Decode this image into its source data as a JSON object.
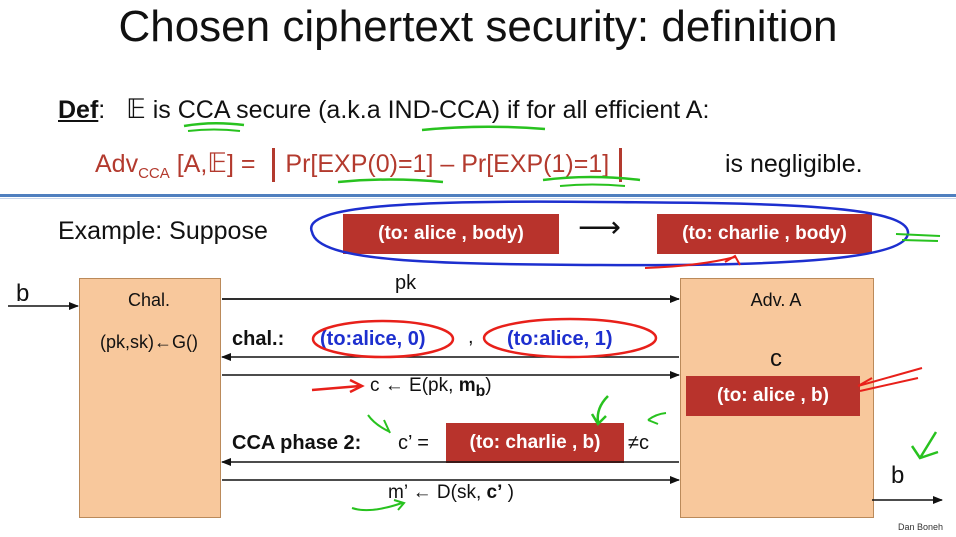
{
  "title": "Chosen ciphertext security: definition",
  "definition": {
    "def_label": "Def",
    "colon": ":",
    "scheme_symbol": "𝔼",
    "text_1": " is ",
    "cca": "CCA",
    "text_2": " secure (a.k.a ",
    "ind_cca": "IND-CCA",
    "text_3": ")  if for all efficient  A:"
  },
  "advantage": {
    "adv": "Adv",
    "sub": "CCA",
    "args_1": " [A,",
    "args_scheme": "𝔼",
    "args_2": "]  = ",
    "expr": "Pr[EXP(0)=1] – Pr[EXP(1)=1]",
    "suffix": "is negligible."
  },
  "example": {
    "label": "Example:   Suppose",
    "box_from": "(to: alice  ,  body)",
    "arrow": "⟶",
    "box_to": "(to: charlie  ,  body)"
  },
  "experiment": {
    "b_in": "b",
    "b_out": "b",
    "challenger": "Chal.",
    "keygen": "(pk,sk)←G()",
    "adversary": "Adv. A",
    "adv_c": "c",
    "adv_box": "(to: alice  , b)",
    "pk": "pk",
    "chal_label": "chal.:",
    "m0": "(to:alice,  0)",
    "comma": ",",
    "m1": "(to:alice,  1)",
    "ciphertext_prefix": "c ← E(pk, ",
    "ciphertext_mb": "m",
    "ciphertext_sub": "b",
    "ciphertext_suffix": ")",
    "phase2_label": "CCA phase 2:",
    "cprime": "c’ =",
    "dec_box": "(to: charlie  , b)",
    "neq": "≠c",
    "mprime_prefix": "m’ ← D(sk, ",
    "mprime_c": "c’",
    "mprime_suffix": " )"
  },
  "author": "Dan Boneh",
  "colors": {
    "red_box": "#b8332c",
    "panel": "#f8c89c",
    "divider": "#4f7fbf",
    "ink_blue": "#1d2fcf",
    "ink_red": "#e8201a",
    "ink_green": "#28c21f"
  }
}
